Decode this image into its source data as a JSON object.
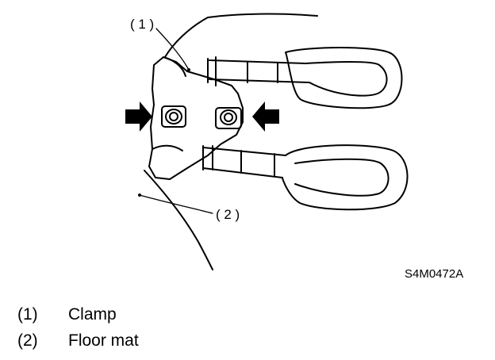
{
  "diagram": {
    "callouts": [
      {
        "id": "1",
        "label": "( 1 )"
      },
      {
        "id": "2",
        "label": "( 2 )"
      }
    ],
    "figure_code": "S4M0472A"
  },
  "legend": [
    {
      "num": "(1)",
      "text": "Clamp"
    },
    {
      "num": "(2)",
      "text": "Floor mat"
    }
  ]
}
